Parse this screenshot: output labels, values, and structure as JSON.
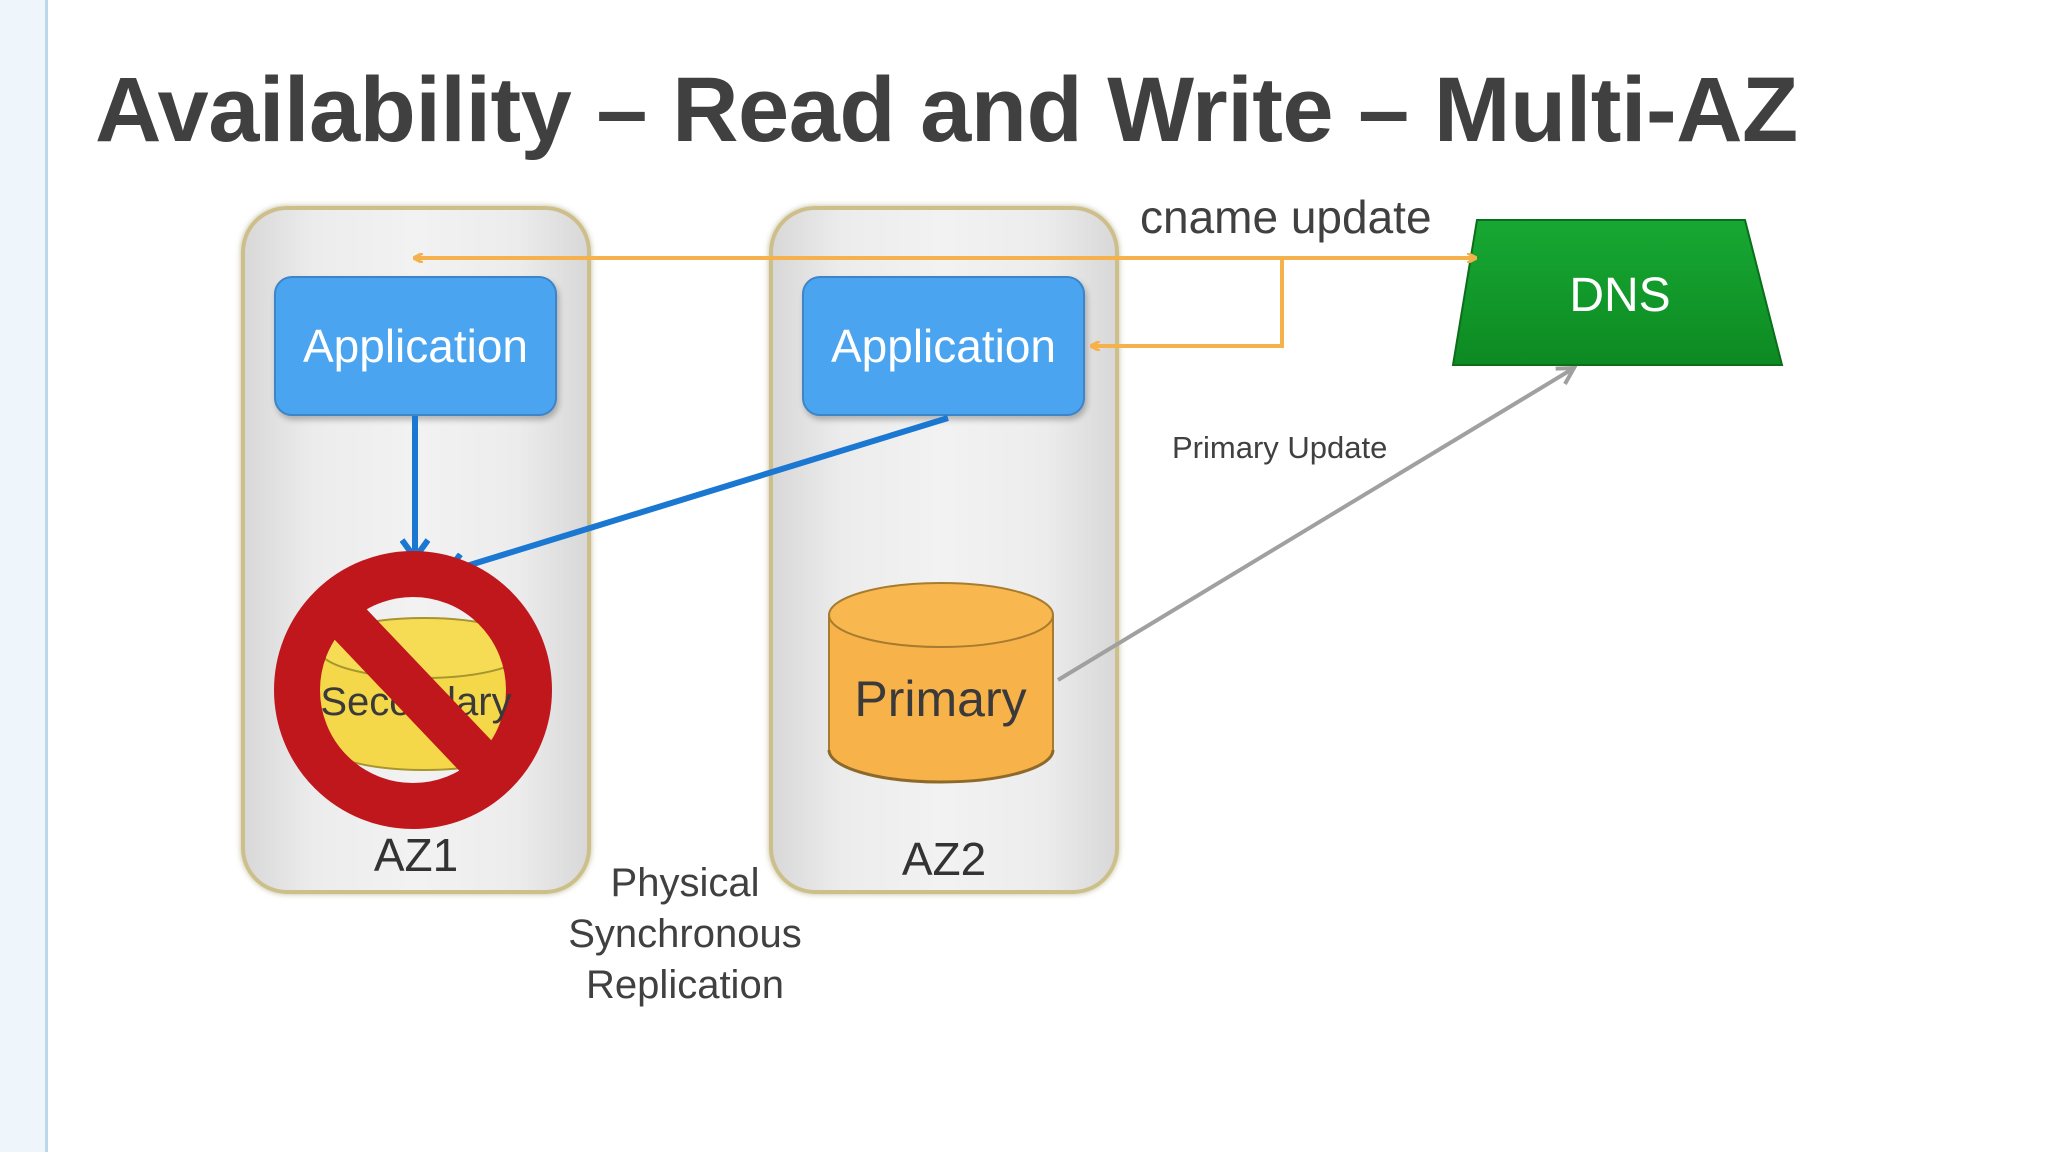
{
  "title": "Availability – Read and Write – Multi-AZ",
  "zones": [
    {
      "label": "AZ1",
      "application": "Application",
      "database": "Secondary",
      "database_status": "failed"
    },
    {
      "label": "AZ2",
      "application": "Application",
      "database": "Primary",
      "database_status": "active"
    }
  ],
  "dns": {
    "label": "DNS"
  },
  "annotations": {
    "cname_update": "cname update",
    "primary_update": "Primary Update",
    "replication_lines": [
      "Physical",
      "Synchronous",
      "Replication"
    ]
  },
  "colors": {
    "application": "#4aa4ef",
    "primary_db": "#f8b24a",
    "secondary_db": "#f5d84a",
    "dns": "#139a2a",
    "blocked_sign": "#c0171d",
    "cname_arrow": "#f5b14c",
    "connection_arrow": "#1a77d2",
    "update_arrow": "#a0a0a0"
  }
}
